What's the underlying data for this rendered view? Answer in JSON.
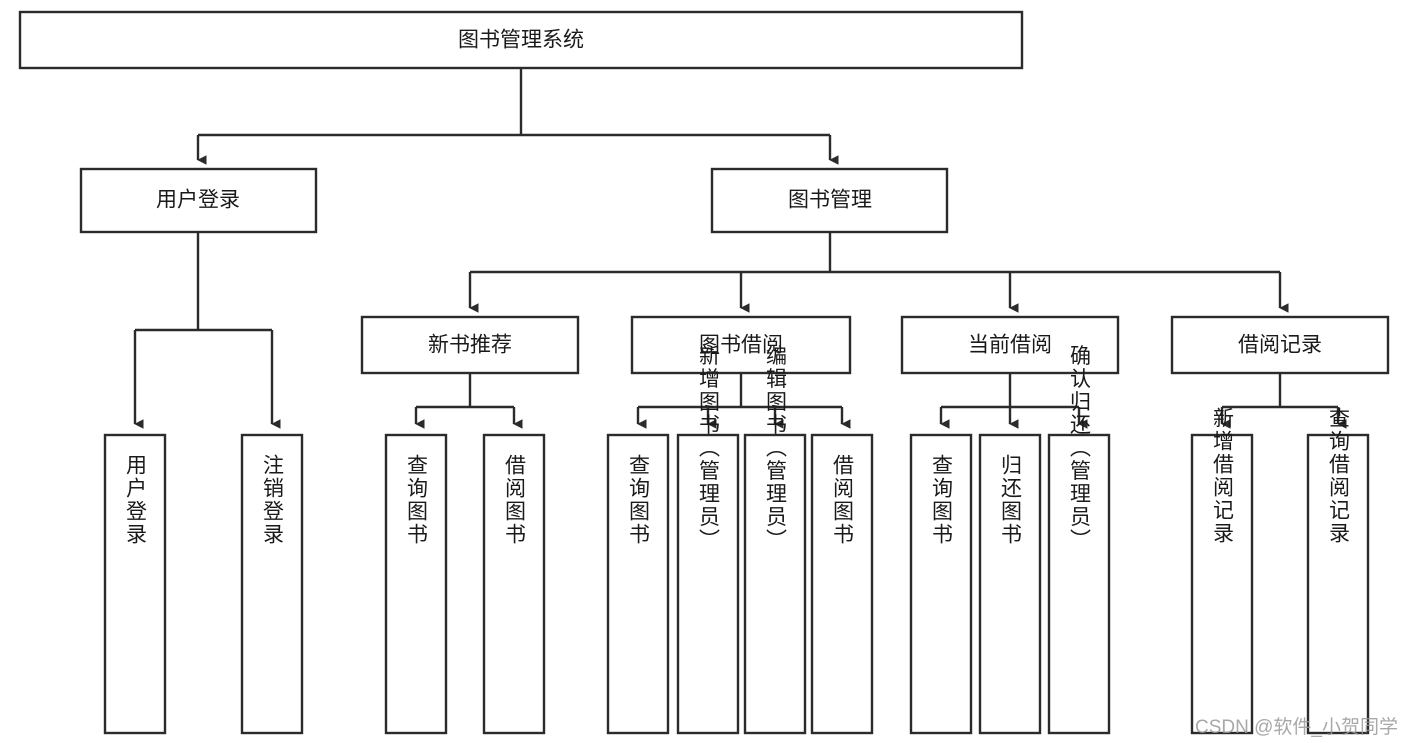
{
  "diagram": {
    "type": "tree",
    "title": "图书管理系统",
    "root": {
      "id": "root",
      "label": "图书管理系统"
    },
    "level2": [
      {
        "id": "user-login",
        "label": "用户登录"
      },
      {
        "id": "book-manage",
        "label": "图书管理"
      }
    ],
    "level3": [
      {
        "id": "new-book-recommend",
        "label": "新书推荐",
        "parent": "book-manage"
      },
      {
        "id": "book-borrow",
        "label": "图书借阅",
        "parent": "book-manage"
      },
      {
        "id": "current-borrow",
        "label": "当前借阅",
        "parent": "book-manage"
      },
      {
        "id": "borrow-record",
        "label": "借阅记录",
        "parent": "book-manage"
      }
    ],
    "leaves": {
      "user-login": [
        {
          "id": "leaf-user-login",
          "label": "用户登录"
        },
        {
          "id": "leaf-user-logout",
          "label": "注销登录"
        }
      ],
      "new-book-recommend": [
        {
          "id": "leaf-query-book-1",
          "label": "查询图书"
        },
        {
          "id": "leaf-borrow-book-1",
          "label": "借阅图书"
        }
      ],
      "book-borrow": [
        {
          "id": "leaf-query-book-2",
          "label": "查询图书"
        },
        {
          "id": "leaf-add-book",
          "label": "新增图书（管理员）"
        },
        {
          "id": "leaf-edit-book",
          "label": "编辑图书（管理员）"
        },
        {
          "id": "leaf-borrow-book-2",
          "label": "借阅图书"
        }
      ],
      "current-borrow": [
        {
          "id": "leaf-query-book-3",
          "label": "查询图书"
        },
        {
          "id": "leaf-return-book",
          "label": "归还图书"
        },
        {
          "id": "leaf-confirm-return",
          "label": "确认归还（管理员）"
        }
      ],
      "borrow-record": [
        {
          "id": "leaf-add-record",
          "label": "新增借阅记录"
        },
        {
          "id": "leaf-query-record",
          "label": "查询借阅记录"
        }
      ]
    }
  },
  "watermark": {
    "text": "CSDN @软件_小贺同学"
  },
  "colors": {
    "box_stroke": "#2b2b2b",
    "box_fill": "#ffffff",
    "text": "#1a1a1a",
    "background": "#ffffff",
    "watermark": "#9a9a9a"
  }
}
